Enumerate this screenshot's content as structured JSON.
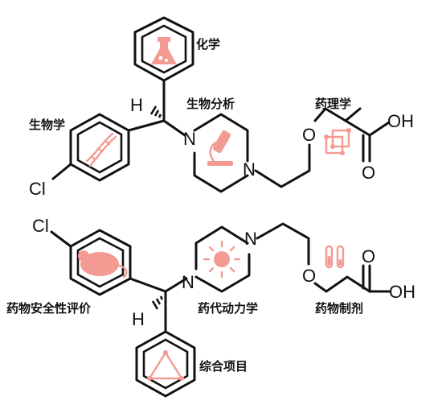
{
  "top_molecule": {
    "label_chemistry": "化学",
    "label_biology": "生物学",
    "label_bioanalysis": "生物分析",
    "label_pharmacology": "药理学",
    "atom_h": "H",
    "atom_n1": "N",
    "atom_n2": "N",
    "atom_o": "O",
    "atom_oh": "OH",
    "atom_cl": "Cl"
  },
  "bottom_molecule": {
    "label_safety": "药物安全性评价",
    "label_pk": "药代动力学",
    "label_formulation": "药物制剂",
    "label_integrated": "综合项目",
    "atom_h": "H",
    "atom_n1": "N",
    "atom_n2": "N",
    "atom_o": "O",
    "atom_oh": "OH",
    "atom_cl": "Cl"
  },
  "icons": {
    "chemistry": "flask-icon",
    "biology": "dna-icon",
    "bioanalysis": "microscope-icon",
    "pharmacology": "molecule-cube-icon",
    "safety": "mouse-icon",
    "pk": "virus-icon",
    "formulation": "test-tubes-icon",
    "integrated": "triangle-icon"
  },
  "colors": {
    "icon": "#f39a93",
    "structure": "#111111"
  }
}
